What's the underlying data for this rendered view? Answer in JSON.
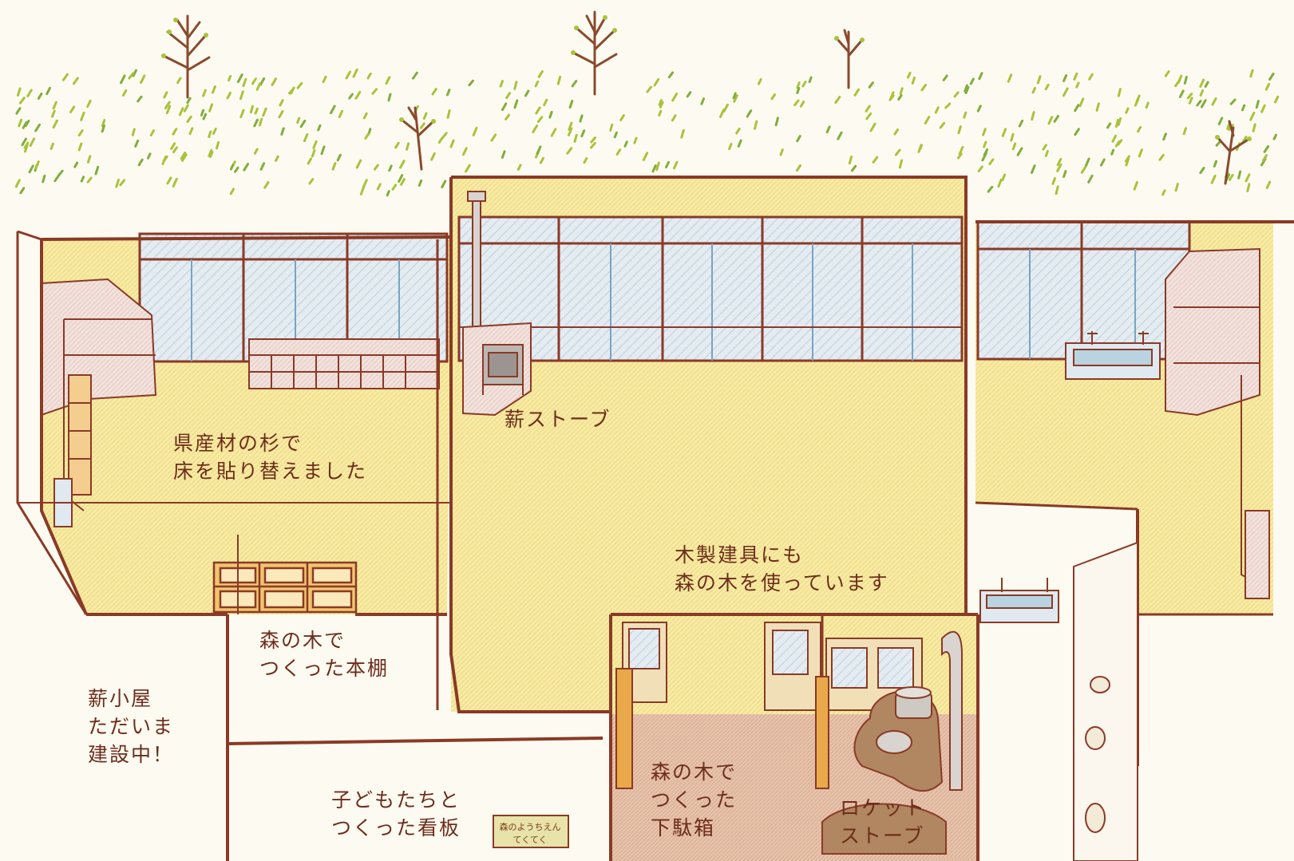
{
  "labels": {
    "stove": "薪ストーブ",
    "floor": [
      "県産材の杉で",
      "床を貼り替えました"
    ],
    "fittings": [
      "木製建具にも",
      "森の木を使っています"
    ],
    "bookshelf": [
      "森の木で",
      "つくった本棚"
    ],
    "woodshed": [
      "薪小屋",
      "ただいま",
      "建設中！"
    ],
    "signboard": [
      "子どもたちと",
      "つくった看板"
    ],
    "shoebox": [
      "森の木で",
      "つくった",
      "下駄箱"
    ],
    "rocket_stove": [
      "ロケット",
      "ストーブ"
    ]
  },
  "sign": {
    "line1": "森のようちえん",
    "line2": "てくてく"
  },
  "colors": {
    "outline": "#8a3a26",
    "text": "#6e2d1c",
    "floor": "#f6e9a8",
    "glass": "#dfe9ef",
    "grass": "#a9c23c",
    "trunk": "#8a4a2e"
  }
}
